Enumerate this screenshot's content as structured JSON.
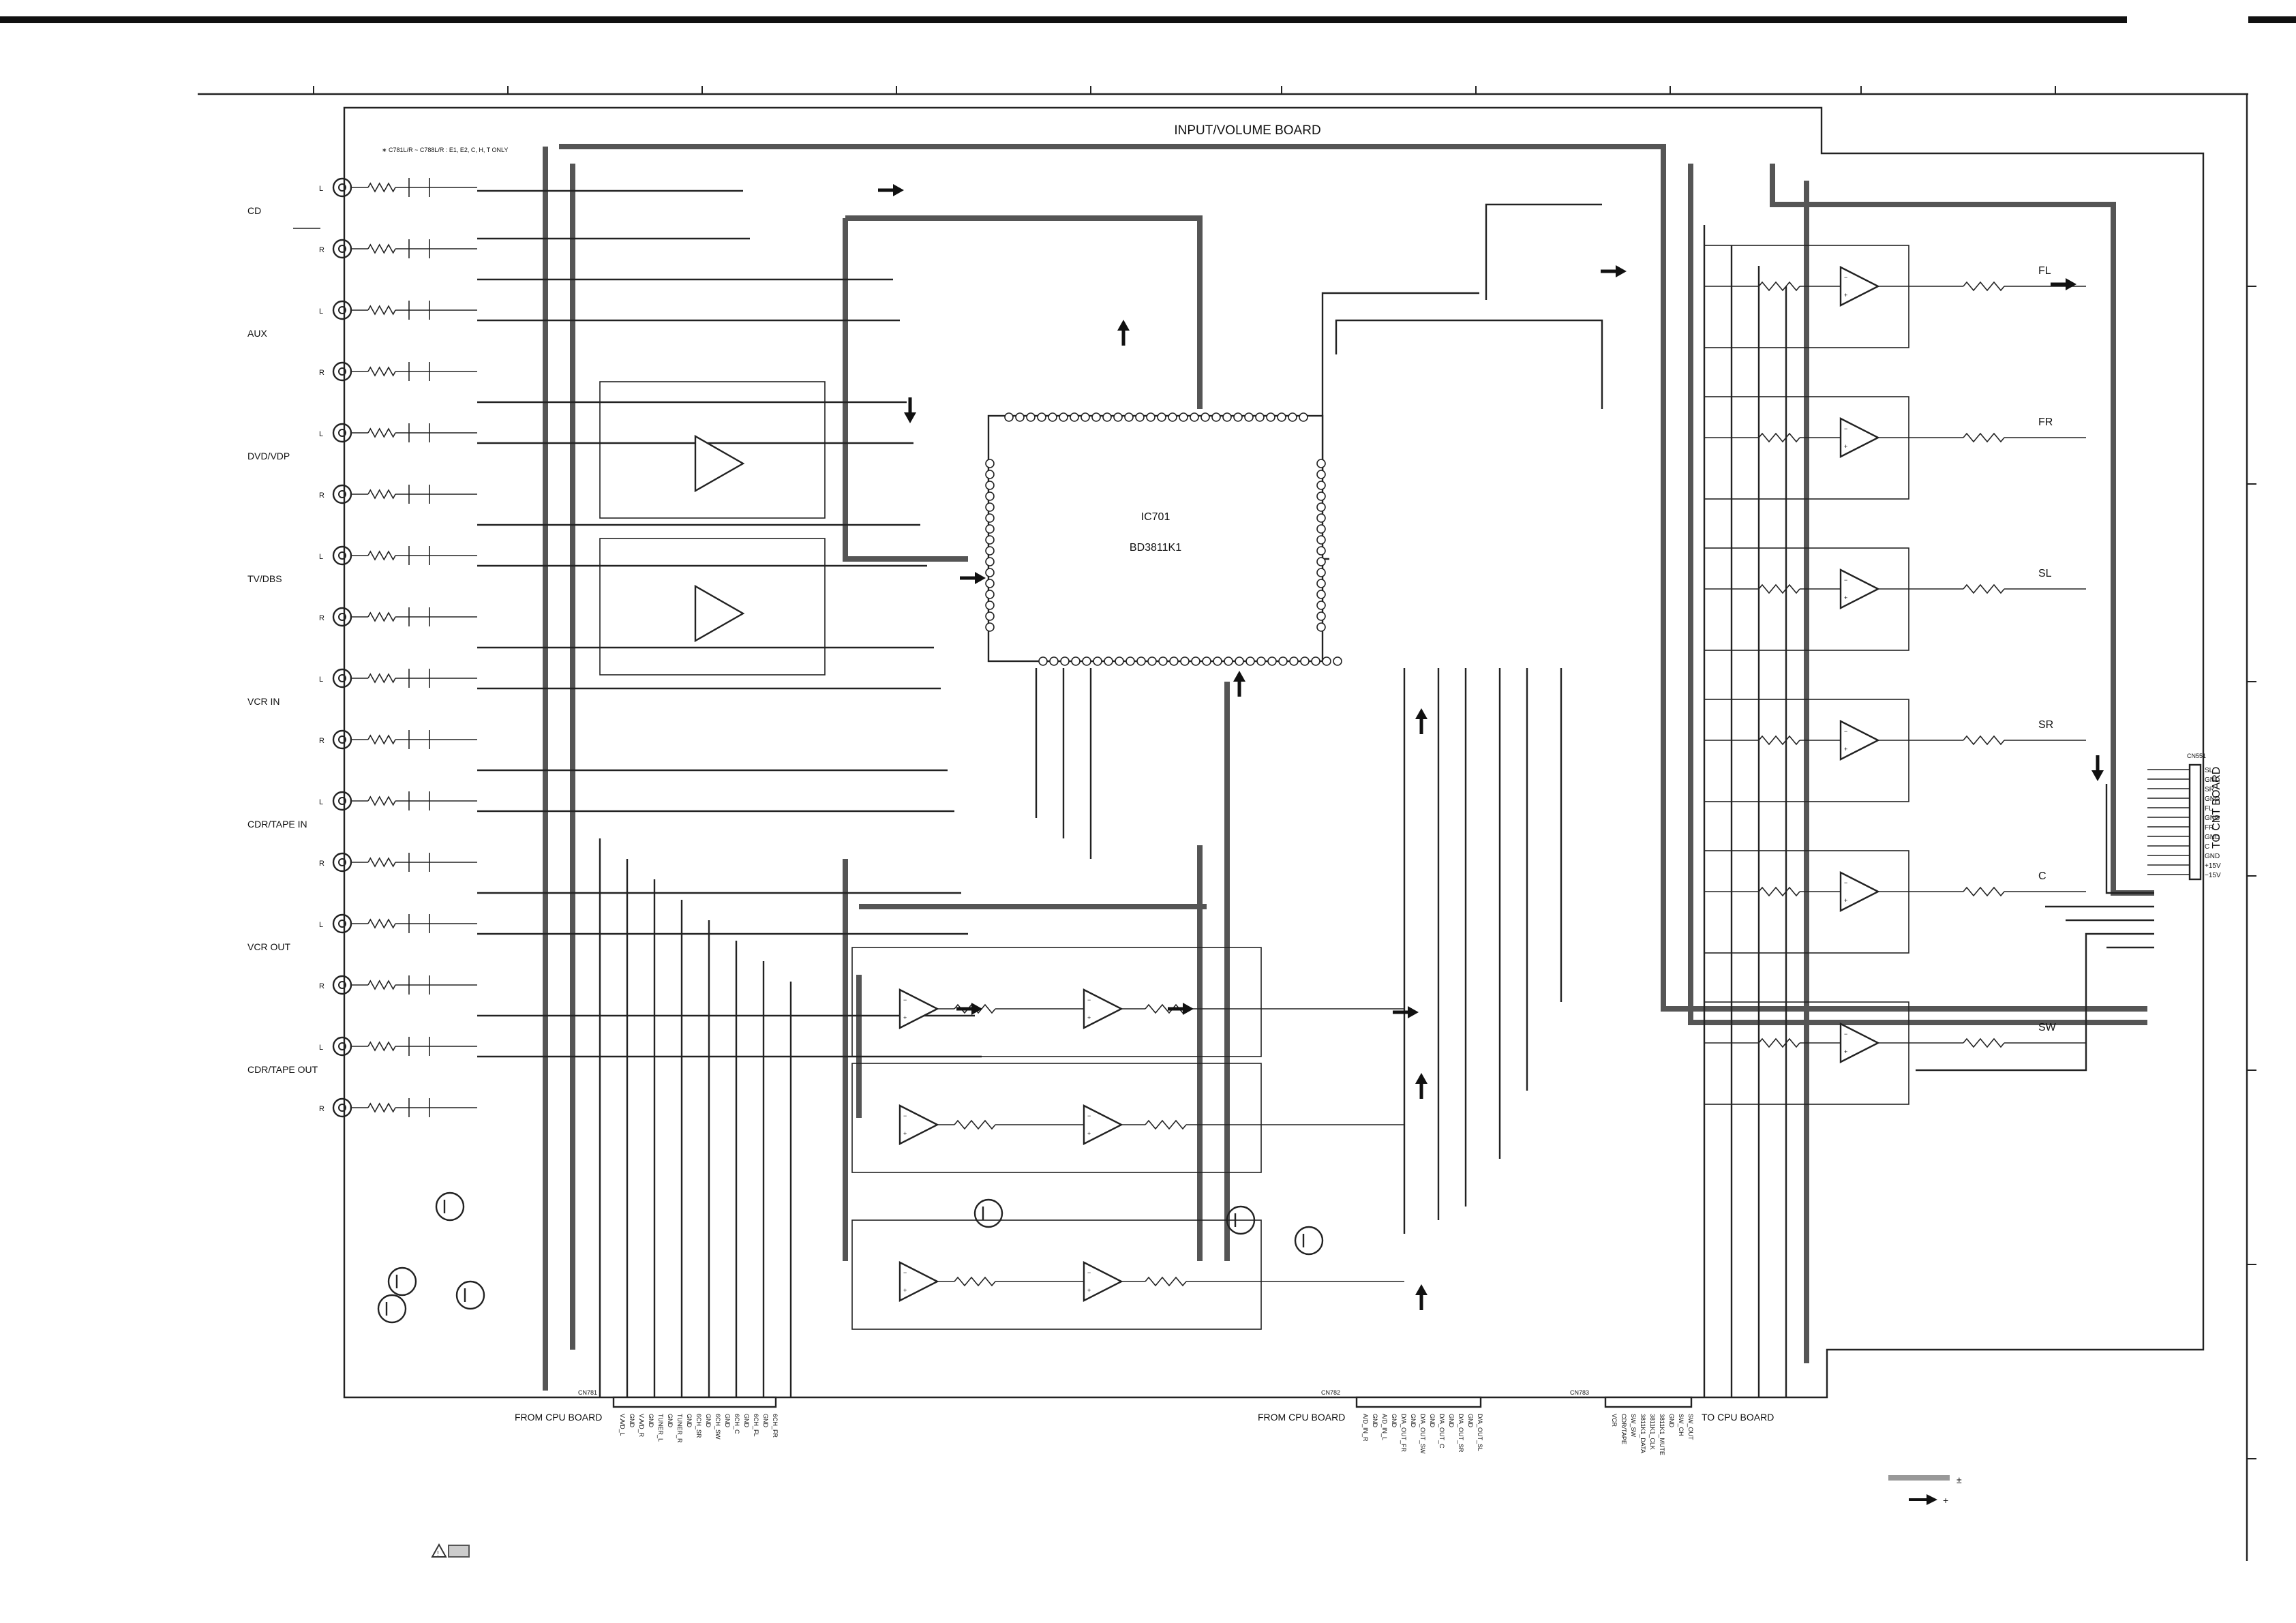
{
  "board_title": "INPUT/VOLUME BOARD",
  "note": "∗ C781L/R ~ C788L/R : E1, E2, C, H, T ONLY",
  "inputs": [
    {
      "name": "CD",
      "channels": [
        "L",
        "R"
      ]
    },
    {
      "name": "AUX",
      "channels": [
        "L",
        "R"
      ]
    },
    {
      "name": "DVD/VDP",
      "channels": [
        "L",
        "R"
      ]
    },
    {
      "name": "TV/DBS",
      "channels": [
        "L",
        "R"
      ]
    },
    {
      "name": "VCR IN",
      "channels": [
        "L",
        "R"
      ]
    },
    {
      "name": "CDR/TAPE IN",
      "channels": [
        "L",
        "R"
      ]
    },
    {
      "name": "VCR OUT",
      "channels": [
        "L",
        "R"
      ]
    },
    {
      "name": "CDR/TAPE OUT",
      "channels": [
        "L",
        "R"
      ]
    }
  ],
  "ic": {
    "ref": "IC701",
    "part": "BD3811K1"
  },
  "outputs": [
    "FL",
    "FR",
    "SL",
    "SR",
    "C",
    "SW"
  ],
  "cnt_connector": {
    "ref": "CN551",
    "label": "TO CNT BOARD",
    "pins": [
      "SL",
      "GND",
      "SR",
      "GND",
      "FL",
      "GND",
      "FR",
      "GND",
      "C",
      "GND",
      "+15V",
      "−15V"
    ]
  },
  "bottom_connectors": [
    {
      "ref": "CN781",
      "label": "FROM CPU BOARD",
      "pins": [
        "V.A/D_L",
        "GND",
        "V.A/D_R",
        "GND",
        "TUNER_L",
        "GND",
        "TUNER_R",
        "GND",
        "6CH_SR",
        "GND",
        "6CH_SW",
        "GND",
        "6CH_C",
        "GND",
        "6CH_FL",
        "GND",
        "6CH_FR"
      ]
    },
    {
      "ref": "CN782",
      "label": "FROM CPU BOARD",
      "pins": [
        "A/D_IN_R",
        "GND",
        "A/D_IN_L",
        "GND",
        "D/A_OUT_FR",
        "GND",
        "D/A_OUT_SW",
        "GND",
        "D/A_OUT_C",
        "GND",
        "D/A_OUT_SR",
        "GND",
        "D/A_OUT_SL"
      ]
    },
    {
      "ref": "CN783",
      "label": "TO CPU BOARD",
      "pins": [
        "VCR",
        "CDR/TAPE",
        "SW_SW",
        "3811K1_DATA",
        "3811K1_CLK",
        "3811K1_MUTE",
        "GND",
        "SW_CH",
        "SW_OUT"
      ]
    }
  ]
}
